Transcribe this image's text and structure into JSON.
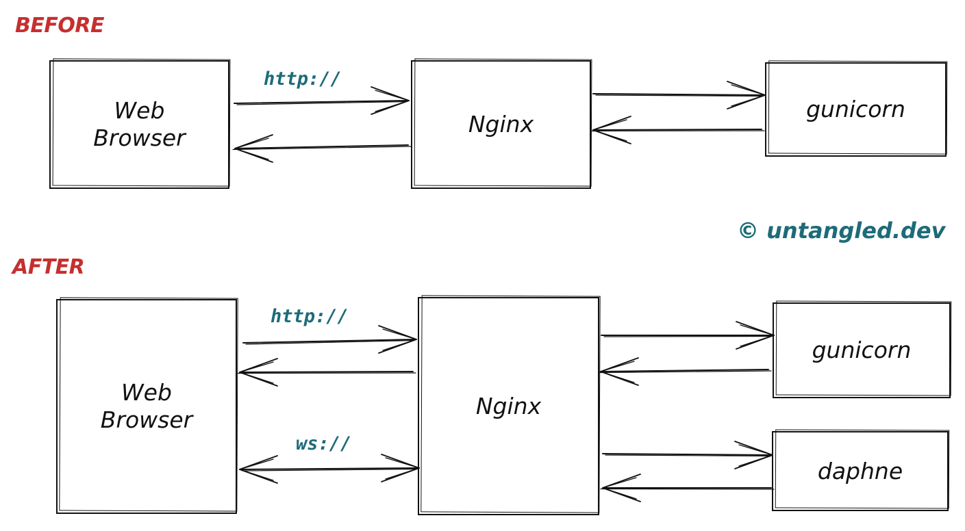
{
  "colors": {
    "heading": "#c62f2f",
    "protocol": "#1d6b78",
    "watermark": "#1d6b78",
    "stroke": "#111111"
  },
  "before": {
    "title": "BEFORE",
    "browser": "Web\nBrowser",
    "nginx": "Nginx",
    "gunicorn": "gunicorn",
    "http_label": "http://"
  },
  "after": {
    "title": "AFTER",
    "browser": "Web\nBrowser",
    "nginx": "Nginx",
    "gunicorn": "gunicorn",
    "daphne": "daphne",
    "http_label": "http://",
    "ws_label": "ws://"
  },
  "watermark": "© untangled.dev"
}
